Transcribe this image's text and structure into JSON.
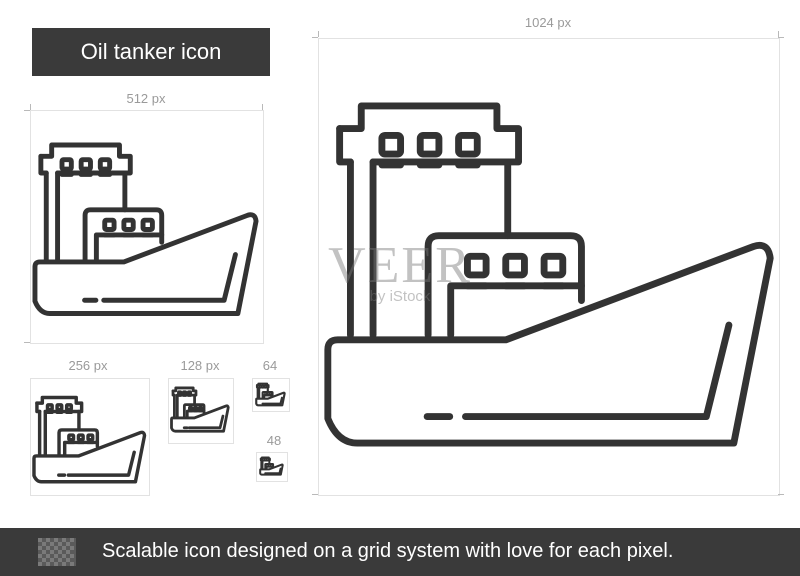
{
  "title": "Oil tanker icon",
  "sizes": {
    "s1024": "1024 px",
    "s512": "512 px",
    "s256": "256 px",
    "s128": "128 px",
    "s64": "64",
    "s48": "48"
  },
  "watermark": {
    "main": "VEER",
    "sub": "by iStock"
  },
  "footer": {
    "text": "Scalable icon designed on a grid system with love for each pixel."
  },
  "icons": {
    "ship": "oil-tanker-icon",
    "grid": "pixel-grid-icon"
  },
  "colors": {
    "dark_bar": "#3a3a3a",
    "stroke": "#333333",
    "label": "#9a9a9a"
  }
}
